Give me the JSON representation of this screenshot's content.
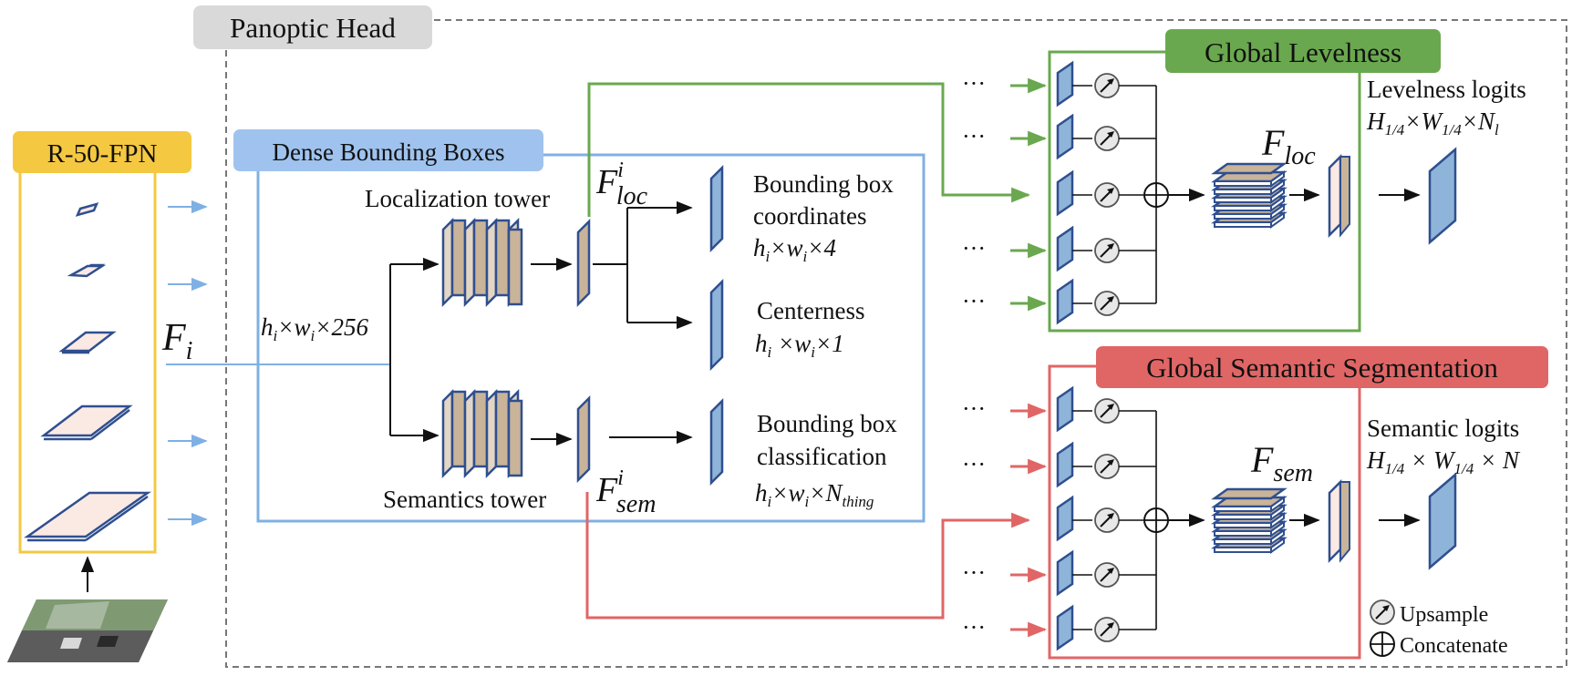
{
  "panoptic_head_label": "Panoptic Head",
  "backbone": {
    "label": "R-50-FPN",
    "feature_label": "F",
    "feature_sub": "i"
  },
  "dense_boxes": {
    "label": "Dense Bounding Boxes",
    "input_dims": {
      "h": "h",
      "hs": "i",
      "x1": "×",
      "w": "w",
      "ws": "i",
      "rest": "×256"
    },
    "loc_tower_label": "Localization tower",
    "sem_tower_label": "Semantics tower",
    "f_loc": {
      "base": "F",
      "sup": "i",
      "sub": "loc"
    },
    "f_sem": {
      "base": "F",
      "sup": "i",
      "sub": "sem"
    },
    "bbox_coords": {
      "line1": "Bounding box",
      "line2": "coordinates",
      "dims": {
        "h": "h",
        "hs": "i",
        "x1": "×",
        "w": "w",
        "ws": "i",
        "rest": "×4"
      }
    },
    "centerness": {
      "line1": "Centerness",
      "dims": {
        "h": "h",
        "hs": "i",
        "x1": " ×",
        "w": "w",
        "ws": "i",
        "rest": "×1"
      }
    },
    "bbox_cls": {
      "line1": "Bounding box",
      "line2": "classification",
      "dims": {
        "h": "h",
        "hs": "i",
        "x1": "×",
        "w": "w",
        "ws": "i",
        "rest": "×",
        "n": "N",
        "ns": "thing"
      }
    }
  },
  "global_levelness": {
    "label": "Global Levelness",
    "f_label": {
      "base": "F",
      "sub": "loc"
    },
    "logits_label": "Levelness logits",
    "dims": {
      "h": "H",
      "hs": "1/4",
      "x1": "×",
      "w": "W",
      "ws": "1/4",
      "x2": "×",
      "n": "N",
      "ns": "l"
    }
  },
  "global_semantic": {
    "label": "Global Semantic Segmentation",
    "f_label": {
      "base": "F",
      "sub": "sem"
    },
    "logits_label": "Semantic logits",
    "dims": {
      "h": "H",
      "hs": "1/4",
      "x1": " × ",
      "w": "W",
      "ws": "1/4",
      "x2": " × ",
      "n": "N"
    }
  },
  "ellipsis": "···",
  "legend": {
    "upsample": "Upsample",
    "concatenate": "Concatenate"
  },
  "colors": {
    "yellow": "#f5c842",
    "blue_box": "#9fc3ee",
    "blue_line": "#7fb0e3",
    "green": "#6aa84f",
    "red": "#e06666",
    "gray_tag": "#d9d9d9",
    "tower_fill": "#c9b49a",
    "tower_stroke": "#2f4f8f",
    "feat_fill": "#8fb4d9"
  }
}
